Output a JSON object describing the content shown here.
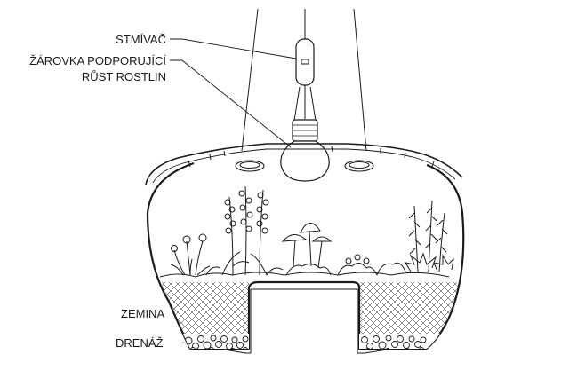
{
  "labels": {
    "dimmer": "STMÍVAČ",
    "bulb_line1": "ŽÁROVKA PODPORUJÍCÍ",
    "bulb_line2": "RŮST ROSTLIN",
    "soil": "ZEMINA",
    "drainage": "DRENÁŽ"
  },
  "colors": {
    "ink": "#1a1a1a",
    "background": "#ffffff"
  }
}
